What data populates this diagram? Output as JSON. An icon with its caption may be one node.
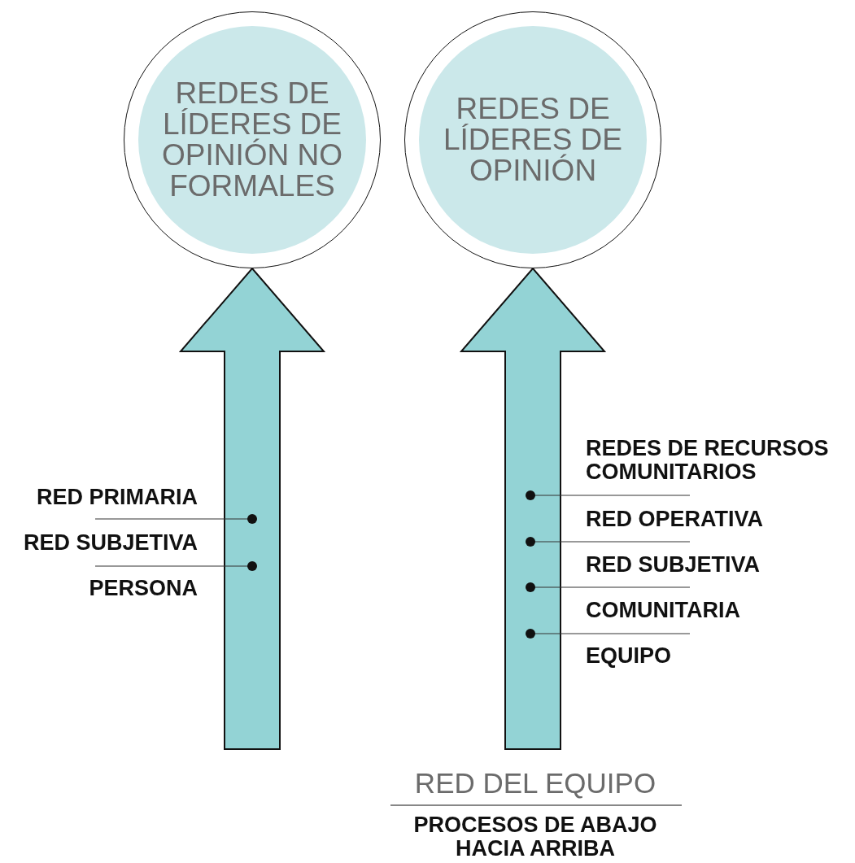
{
  "diagram": {
    "nodes": [
      {
        "text": [
          "REDES DE LÍDERES DE OPINIÓN NO FORMALES"
        ]
      },
      {
        "text": [
          "REDES DE LÍDERES DE OPINIÓN"
        ]
      }
    ],
    "edges": [
      {
        "from": null,
        "to": 0,
        "arrow": "to",
        "style": "thick"
      },
      {
        "from": null,
        "to": 1,
        "arrow": "to",
        "style": "thick"
      }
    ],
    "labels": [
      "REDES DE RECURSOS COMUNITARIOS",
      "RED PRIMARIA",
      "RED OPERATIVA",
      "RED SUBJETIVA",
      "RED SUBJETIVA",
      "COMUNITARIA",
      "PERSONA",
      "EQUIPO",
      "RED DEL EQUIPO",
      "PROCESOS DE ABAJO HACIA ARRIBA"
    ]
  }
}
